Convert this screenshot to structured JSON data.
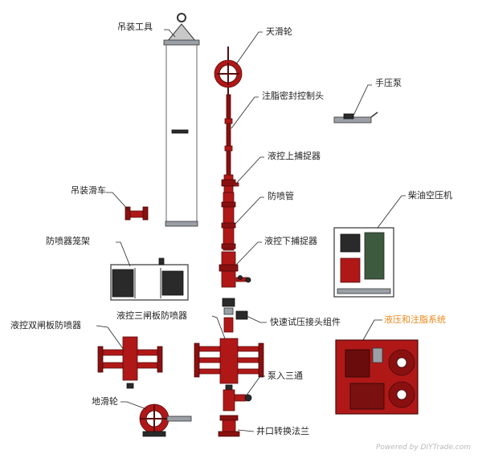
{
  "labels": {
    "lifting_tool": "吊装工具",
    "crown_sheave": "天滑轮",
    "grease_head": "注脂密封控制头",
    "hand_pump": "手压泵",
    "upper_catcher": "液控上捕捉器",
    "lifting_trolley": "吊装滑车",
    "lubricator": "防喷管",
    "compressor": "柴油空压机",
    "bop_cage": "防喷器笼架",
    "lower_catcher": "液控下捕捉器",
    "dual_ram_bop": "液控双闸板防喷器",
    "triple_ram_bop": "液控三闸板防喷器",
    "quick_test": "快速试压接头组件",
    "hydraulic_system": "液压和注脂系统",
    "pump_in_tee": "泵入三通",
    "ground_sheave": "地滑轮",
    "wellhead_flange": "井口转换法兰"
  },
  "watermark": "Powered by DIYTrade.com",
  "colors": {
    "equipment_red": "#b01818",
    "highlight_label": "#e8891a"
  }
}
